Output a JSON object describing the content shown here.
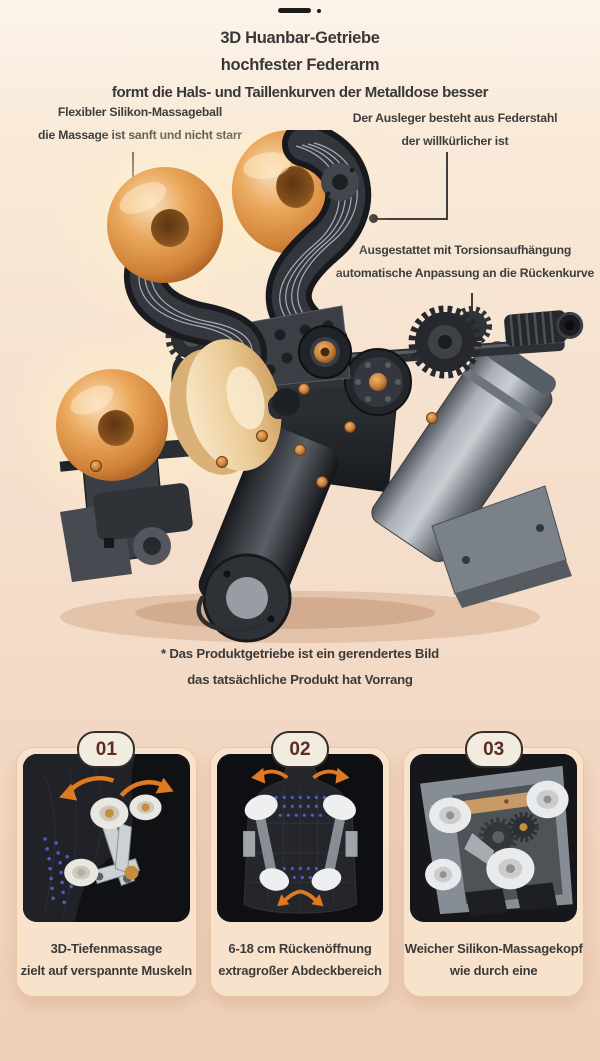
{
  "header": {
    "title_line1": "3D Huanbar-Getriebe",
    "title_line2": "hochfester Federarm",
    "title_line3": "formt die Hals- und Taillenkurven der Metalldose besser"
  },
  "callouts": {
    "massageball": {
      "line1": "Flexibler Silikon-Massageball",
      "line2": "die Massage ist sanft und nicht starr"
    },
    "federstahl": {
      "line1": "Der Ausleger besteht aus Federstahl",
      "line2": "der willkürlicher ist"
    },
    "torsion": {
      "line1": "Ausgestattet mit Torsionsaufhängung",
      "line2": "automatische Anpassung an die Rückenkurve"
    }
  },
  "disclaimer": {
    "line1": "* Das Produktgetriebe ist ein gerendertes Bild",
    "line2": "das tatsächliche Produkt hat Vorrang"
  },
  "cards": [
    {
      "number": "01",
      "caption_line1": "3D-Tiefenmassage",
      "caption_line2": "zielt auf verspannte Muskeln"
    },
    {
      "number": "02",
      "caption_line1": "6-18 cm Rückenöffnung",
      "caption_line2": "extragroßer Abdeckbereich"
    },
    {
      "number": "03",
      "caption_line1": "Weicher Silikon-Massagekopf",
      "caption_line2": "wie durch eine"
    }
  ],
  "colors": {
    "background_top": "#fcf4ea",
    "background_bottom": "#eecfb9",
    "text_dark": "#3b3b3b",
    "accent_orange": "#e07a20",
    "donut_orange": "#dd9a4e",
    "copper": "#c9833f",
    "machine_dark": "#2b2e33",
    "card_fill": "#f9e2cb",
    "card_border": "#eac8a6",
    "badge_fill": "#f2ece0",
    "badge_number": "#5c2c22",
    "blue_dots": "#4f64d2"
  }
}
